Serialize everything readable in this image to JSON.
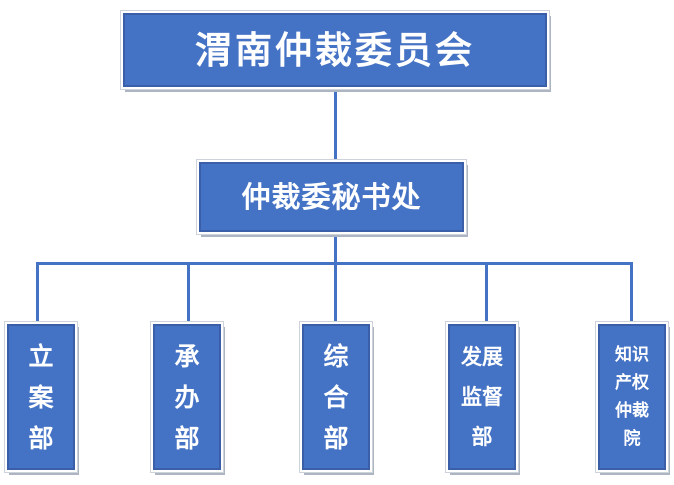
{
  "colors": {
    "box_fill": "#4472C4",
    "box_border": "#3A5FA8",
    "connector": "#4472C4",
    "shadow": "#AEB5C2",
    "text": "#FFFFFF",
    "page_background": "#FFFFFF"
  },
  "org_chart": {
    "root": {
      "label": "渭南仲裁委员会"
    },
    "secretariat": {
      "label": "仲裁委秘书处"
    },
    "departments": [
      {
        "label": "立案部",
        "lines": [
          "立",
          "案",
          "部"
        ]
      },
      {
        "label": "承办部",
        "lines": [
          "承",
          "办",
          "部"
        ]
      },
      {
        "label": "综合部",
        "lines": [
          "综",
          "合",
          "部"
        ]
      },
      {
        "label": "发展监督部",
        "lines": [
          "发展",
          "监督",
          "部"
        ]
      },
      {
        "label": "知识产权仲裁院",
        "lines": [
          "知识",
          "产权",
          "仲裁",
          "院"
        ]
      }
    ]
  }
}
